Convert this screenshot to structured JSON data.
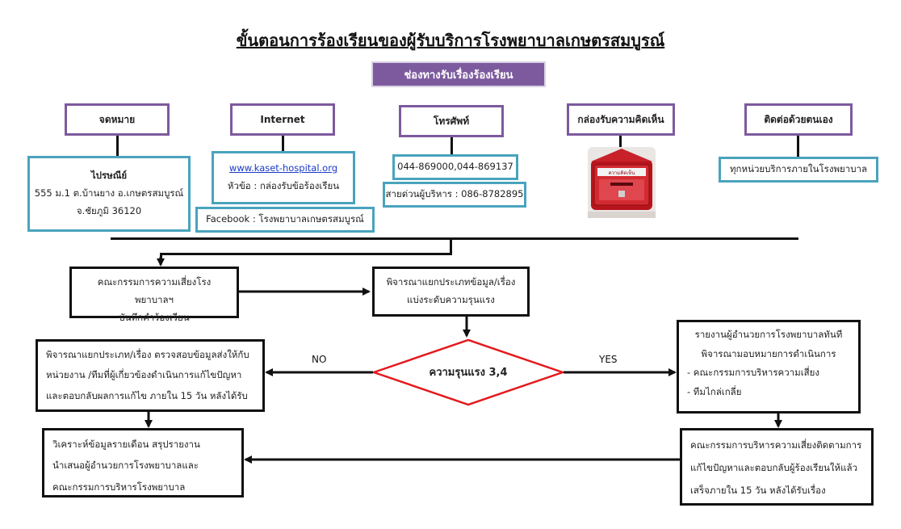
{
  "title": "ขั้นตอนการร้องเรียนของผู้รับบริการโรงพยาบาลเกษตรสมบูรณ์",
  "channels_header": "ช่องทางรับเรื่องร้องเรียน",
  "channels": [
    {
      "label": "จดหมาย"
    },
    {
      "label": "Internet"
    },
    {
      "label": "โทรศัพท์"
    },
    {
      "label": "กล่องรับความคิดเห็น"
    },
    {
      "label": "ติดต่อด้วยตนเอง"
    }
  ],
  "mail_box": {
    "name": "ไปรษณีย์",
    "address1": "555 ม.1 ต.บ้านยาง อ.เกษตรสมบูรณ์",
    "address2": "จ.ชัยภูมิ 36120"
  },
  "internet_box": {
    "url": "www.kaset-hospital.org",
    "topic": "หัวข้อ : กล่องรับข้อร้องเรียน",
    "facebook": "Facebook : โรงพยาบาลเกษตรสมบูรณ์"
  },
  "phone_box": {
    "numbers": "044-869000,044-869137",
    "hotline": "สายด่วนผู้บริหาร : 086-8782895"
  },
  "suggestion_box_label": "ความคิดเห็น",
  "walkin_box": "ทุกหน่วยบริการภายในโรงพยาบาล",
  "committee_record": {
    "line1": "คณะกรรมการความเสี่ยงโรงพยาบาลฯ",
    "line2": "บันทึกคำร้องเรียน"
  },
  "classify": {
    "line1": "พิจารณาแยกประเภทข้อมูล/เรื่อง",
    "line2": "แบ่งระดับความรุนแรง"
  },
  "decision": "ความรุนแรง 3,4",
  "no_label": "NO",
  "yes_label": "YES",
  "no_branch": {
    "line1": "พิจารณาแยกประเภท/เรื่อง ตรวจสอบข้อมูลส่งให้กับ",
    "line2": "หน่วยงาน /ทีมที่ผู้เกี่ยวข้องดำเนินการแก้ไขปัญหา",
    "line3": "และตอบกลับผลการแก้ไข ภายใน 15 วัน หลังได้รับ"
  },
  "yes_branch": {
    "line1": "รายงานผู้อำนวยการโรงพยาบาลทันที",
    "line2": "พิจารณามอบหมายการดำเนินการ",
    "line3": "- คณะกรรมการบริหารความเสี่ยง",
    "line4": "- ทีมไกล่เกลี่ย"
  },
  "analysis": {
    "line1": "วิเคราะห์ข้อมูลรายเดือน สรุปรายงาน",
    "line2": "นำเสนอผู้อำนวยการโรงพยาบาลและ",
    "line3": "คณะกรรมการบริหารโรงพยาบาล"
  },
  "followup": {
    "line1": "คณะกรรมการบริหารความเสี่ยงติดตามการ",
    "line2": "แก้ไขปัญหาและตอบกลับผู้ร้องเรียนให้แล้ว",
    "line3": "เสร็จภายใน 15 วัน หลังได้รับเรื่อง"
  }
}
